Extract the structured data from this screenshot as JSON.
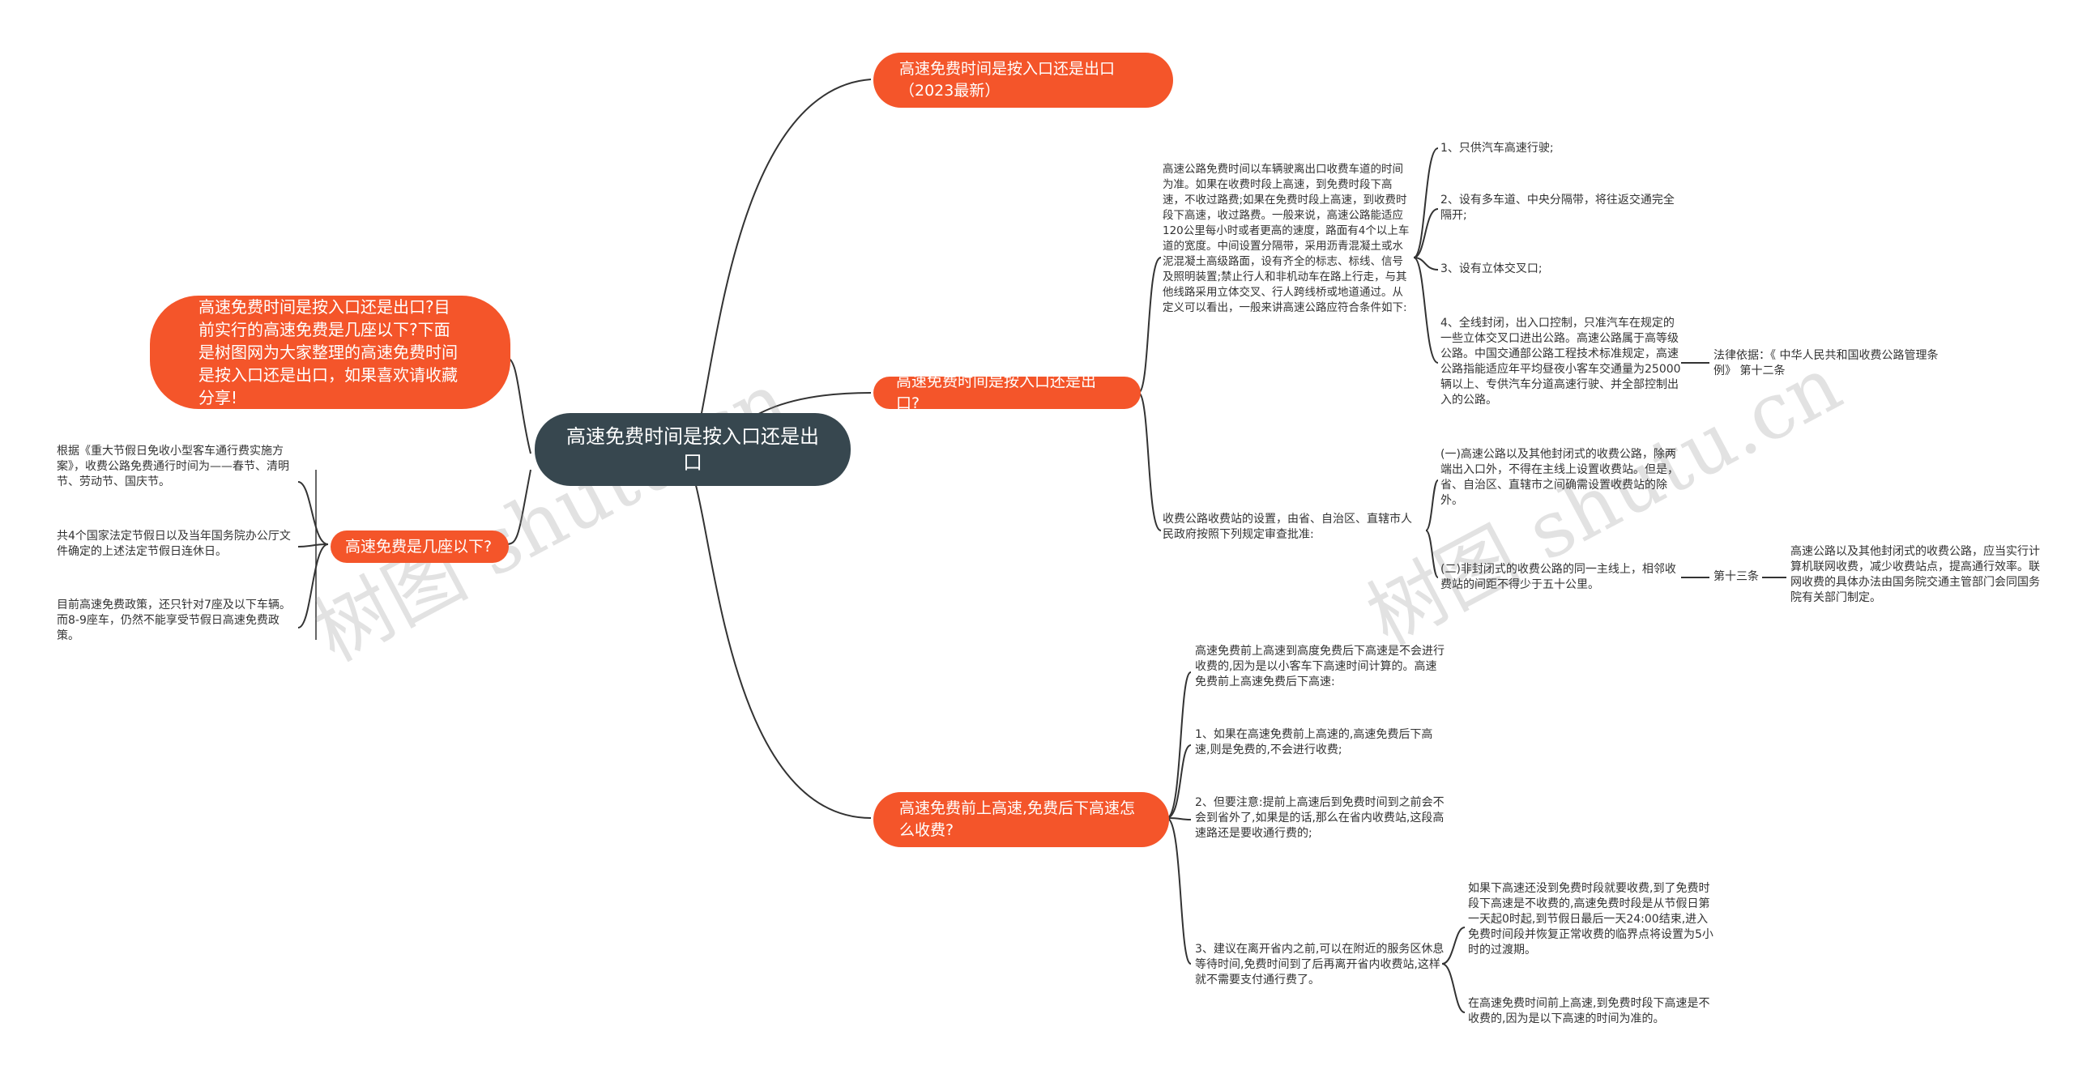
{
  "colors": {
    "root": "#37474f",
    "branch": "#f4552a",
    "line": "#333333",
    "text": "#333333"
  },
  "watermark": "树图 shutu.cn",
  "root": {
    "label": "高速免费时间是按入口还是出口"
  },
  "intro": {
    "label": "高速免费时间是按入口还是出口?目前实行的高速免费是几座以下?下面是树图网为大家整理的高速免费时间是按入口还是出口，如果喜欢请收藏分享!"
  },
  "left_branch": {
    "label": "高速免费是几座以下?",
    "items": [
      "根据《重大节假日免收小型客车通行费实施方案》，收费公路免费通行时间为——春节、清明节、劳动节、国庆节。",
      "共4个国家法定节假日以及当年国务院办公厅文件确定的上述法定节假日连休日。",
      "目前高速免费政策，还只针对7座及以下车辆。而8-9座车，仍然不能享受节假日高速免费政策。"
    ]
  },
  "top_branch": {
    "label": "高速免费时间是按入口还是出口（2023最新）"
  },
  "mid_branch": {
    "label": "高速免费时间是按入口还是出口?",
    "text1": "高速公路免费时间以车辆驶离出口收费车道的时间为准。如果在收费时段上高速，到免费时段下高速，不收过路费;如果在免费时段上高速，到收费时段下高速，收过路费。一般来说，高速公路能适应120公里每小时或者更高的速度，路面有4个以上车道的宽度。中间设置分隔带，采用沥青混凝土或水泥混凝土高级路面，设有齐全的标志、标线、信号及照明装置;禁止行人和非机动车在路上行走，与其他线路采用立体交叉、行人跨线桥或地道通过。从定义可以看出，一般来讲高速公路应符合条件如下:",
    "conditions": [
      "1、只供汽车高速行驶;",
      "2、设有多车道、中央分隔带，将往返交通完全隔开;",
      "3、设有立体交叉口;",
      "4、全线封闭，出入口控制，只准汽车在规定的一些立体交叉口进出公路。高速公路属于高等级公路。中国交通部公路工程技术标准规定，高速公路指能适应年平均昼夜小客车交通量为25000辆以上、专供汽车分道高速行驶、并全部控制出入的公路。"
    ],
    "law_basis": "法律依据：《 中华人民共和国收费公路管理条例》 第十二条",
    "text2": "收费公路收费站的设置，由省、自治区、直辖市人民政府按照下列规定审查批准:",
    "rules": [
      "(一)高速公路以及其他封闭式的收费公路，除两端出入口外，不得在主线上设置收费站。但是，省、自治区、直辖市之间确需设置收费站的除外。",
      "(二)非封闭式的收费公路的同一主线上，相邻收费站的间距不得少于五十公里。"
    ],
    "article13": "第十三条",
    "article13_text": "高速公路以及其他封闭式的收费公路，应当实行计算机联网收费，减少收费站点，提高通行效率。联网收费的具体办法由国务院交通主管部门会同国务院有关部门制定。"
  },
  "bottom_branch": {
    "label": "高速免费前上高速,免费后下高速怎么收费?",
    "items": [
      "高速免费前上高速到高度免费后下高速是不会进行收费的,因为是以小客车下高速时间计算的。高速免费前上高速免费后下高速:",
      "1、如果在高速免费前上高速的,高速免费后下高速,则是免费的,不会进行收费;",
      "2、但要注意:提前上高速后到免费时间到之前会不会到省外了,如果是的话,那么在省内收费站,这段高速路还是要收通行费的;",
      "3、建议在离开省内之前,可以在附近的服务区休息等待时间,免费时间到了后再离开省内收费站,这样就不需要支付通行费了。"
    ],
    "sub_items": [
      "如果下高速还没到免费时段就要收费,到了免费时段下高速是不收费的,高速免费时段是从节假日第一天起0时起,到节假日最后一天24:00结束,进入免费时间段并恢复正常收费的临界点将设置为5小时的过渡期。",
      "在高速免费时间前上高速,到免费时段下高速是不收费的,因为是以下高速的时间为准的。"
    ]
  }
}
